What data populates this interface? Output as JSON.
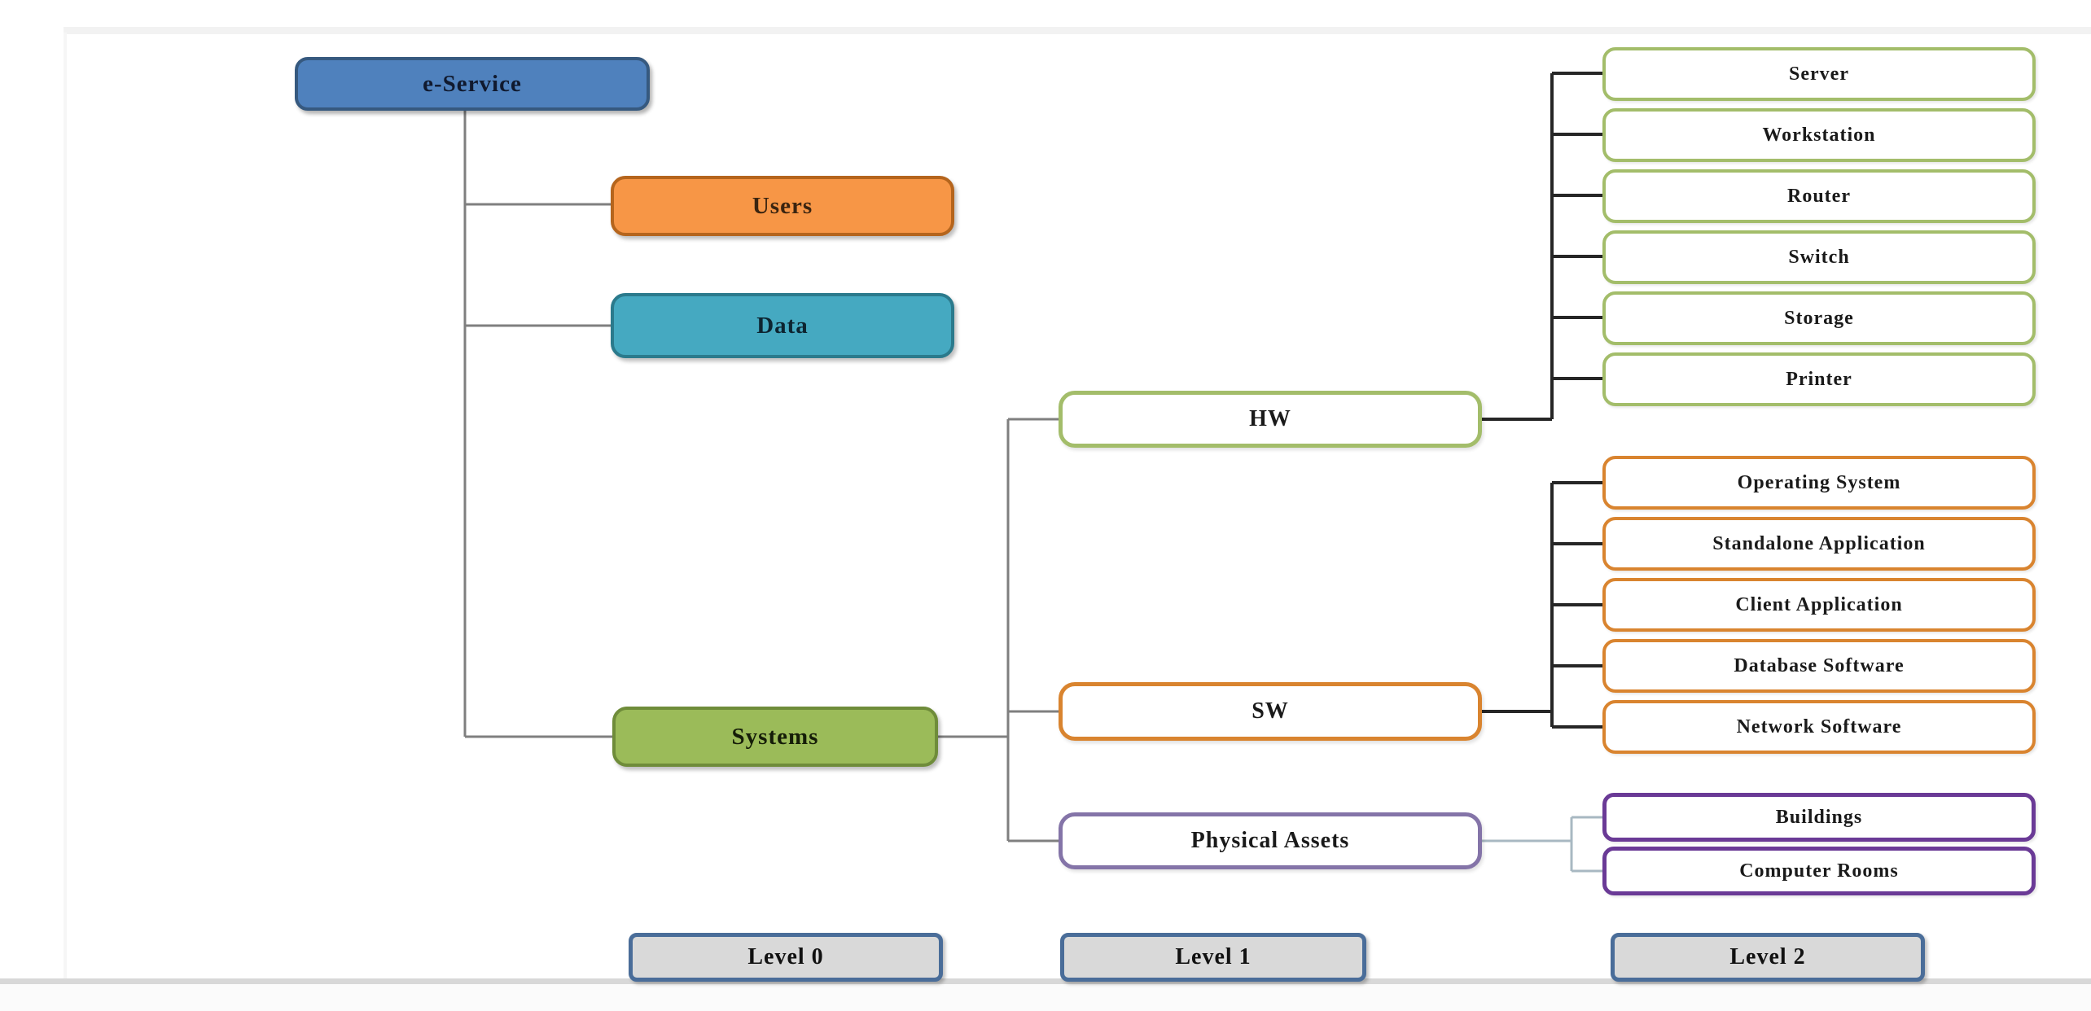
{
  "figure": {
    "root": {
      "label": "e-Service",
      "fill": "#4f81bd",
      "border": "#36597f"
    },
    "branches": [
      {
        "label": "Users",
        "fill": "#f79646",
        "border": "#b5651d"
      },
      {
        "label": "Data",
        "fill": "#45a9c1",
        "border": "#2b7a8c"
      },
      {
        "label": "Systems",
        "fill": "#9bbb59",
        "border": "#6f8c3a"
      }
    ],
    "categories": [
      {
        "label": "HW",
        "border": "#a3bd6a"
      },
      {
        "label": "SW",
        "border": "#d9842f"
      },
      {
        "label": "Physical Assets",
        "border": "#8474a8"
      }
    ],
    "hw_items": [
      "Server",
      "Workstation",
      "Router",
      "Switch",
      "Storage",
      "Printer"
    ],
    "sw_items": [
      "Operating System",
      "Standalone Application",
      "Client Application",
      "Database Software",
      "Network Software"
    ],
    "pa_items": [
      "Buildings",
      "Computer Rooms"
    ],
    "pa_item_border": "#6a3a96",
    "levels": [
      "Level 0",
      "Level 1",
      "Level 2"
    ],
    "level_box": {
      "fill": "#d9d9d9",
      "border": "#4a6d99"
    },
    "line_colors": {
      "gray": "#7f7f7f",
      "black": "#262626",
      "light": "#a8b8c2"
    }
  }
}
